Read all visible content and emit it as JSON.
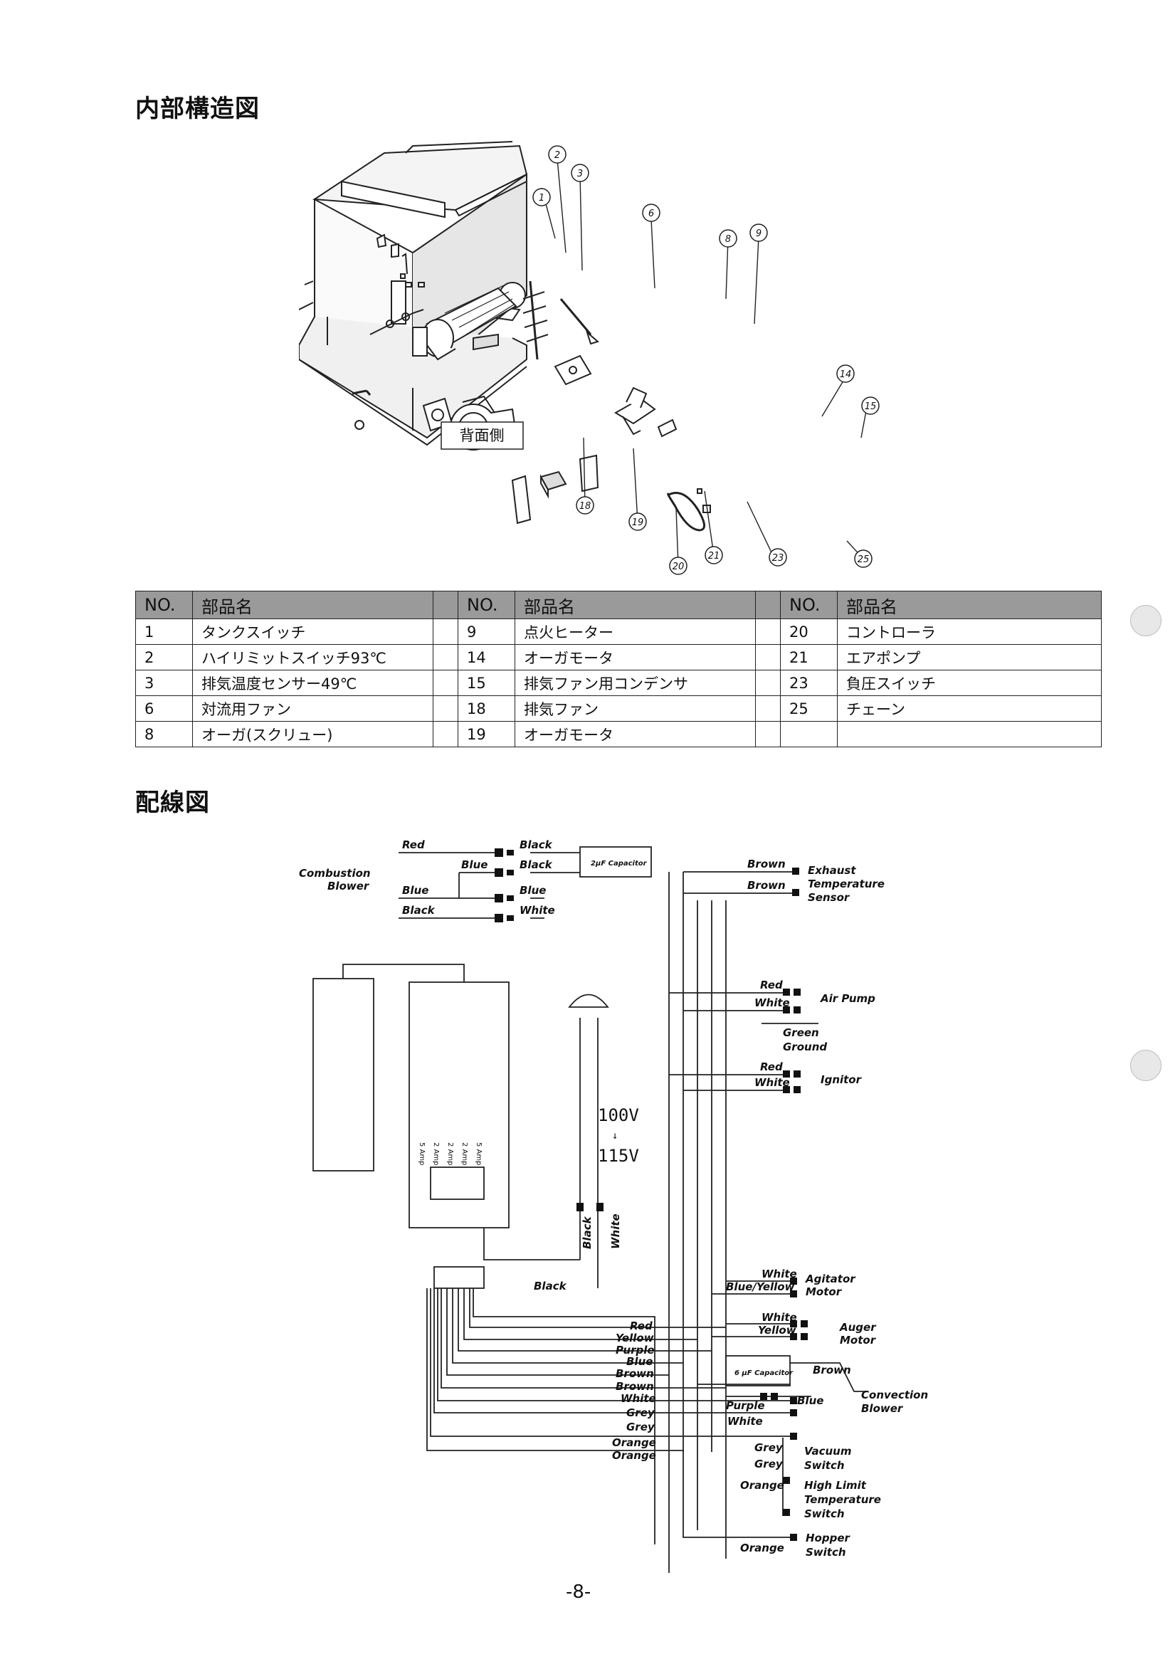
{
  "headings": {
    "internal_structure": "内部構造図",
    "wiring": "配線図"
  },
  "diagram": {
    "rear_label": "背面側",
    "callouts": [
      "1",
      "2",
      "3",
      "6",
      "8",
      "9",
      "14",
      "15",
      "18",
      "19",
      "20",
      "21",
      "23",
      "25"
    ]
  },
  "parts_table": {
    "header": {
      "no": "NO.",
      "name": "部品名"
    },
    "columns": [
      [
        {
          "no": "1",
          "name": "タンクスイッチ"
        },
        {
          "no": "2",
          "name": "ハイリミットスイッチ93℃"
        },
        {
          "no": "3",
          "name": "排気温度センサー49℃"
        },
        {
          "no": "6",
          "name": "対流用ファン"
        },
        {
          "no": "8",
          "name": "オーガ(スクリュー)"
        }
      ],
      [
        {
          "no": "9",
          "name": "点火ヒーター"
        },
        {
          "no": "14",
          "name": "オーガモータ"
        },
        {
          "no": "15",
          "name": "排気ファン用コンデンサ"
        },
        {
          "no": "18",
          "name": "排気ファン"
        },
        {
          "no": "19",
          "name": "オーガモータ"
        }
      ],
      [
        {
          "no": "20",
          "name": "コントローラ"
        },
        {
          "no": "21",
          "name": "エアポンプ"
        },
        {
          "no": "23",
          "name": "負圧スイッチ"
        },
        {
          "no": "25",
          "name": "チェーン"
        },
        {
          "no": "",
          "name": ""
        }
      ]
    ]
  },
  "wiring": {
    "combustion_blower": [
      "Combustion",
      "Blower"
    ],
    "blower_wires_left": [
      "Red",
      "Blue",
      "Blue",
      "Black"
    ],
    "blower_wires_right": [
      "Black",
      "Black",
      "Blue",
      "White"
    ],
    "cap2": "2μF Capacitor",
    "exhaust_sensor": {
      "wires": [
        "Brown",
        "Brown"
      ],
      "label": [
        "Exhaust",
        "Temperature",
        "Sensor"
      ]
    },
    "air_pump": {
      "wires": [
        "Red",
        "White"
      ],
      "label": "Air Pump"
    },
    "ground": [
      "Green",
      "Ground"
    ],
    "ignitor": {
      "wires": [
        "Red",
        "White"
      ],
      "label": "Ignitor"
    },
    "voltage": [
      "100V",
      "↓",
      "115V"
    ],
    "plug_wires": [
      "Black",
      "White"
    ],
    "black_label": "Black",
    "agitator": {
      "wires": [
        "White",
        "Blue/Yellow"
      ],
      "label": [
        "Agitator",
        "Motor"
      ]
    },
    "auger": {
      "wires": [
        "White",
        "Yellow"
      ],
      "label": [
        "Auger",
        "Motor"
      ]
    },
    "cap6": "6 μF Capacitor",
    "convection": {
      "wires": [
        "Brown",
        "Purple",
        "Blue",
        "White"
      ],
      "label": [
        "Convection",
        "Blower"
      ]
    },
    "vacuum": {
      "wires": [
        "Grey",
        "Grey"
      ],
      "label": [
        "Vacuum",
        "Switch"
      ]
    },
    "high_limit": {
      "wires": [
        "Orange"
      ],
      "label": [
        "High Limit",
        "Temperature",
        "Switch"
      ]
    },
    "hopper": {
      "wires": [
        "Orange"
      ],
      "label": [
        "Hopper",
        "Switch"
      ]
    },
    "harness": [
      "Red",
      "Yellow",
      "Purple",
      "Blue",
      "Brown",
      "Brown",
      "White",
      "Grey",
      "Grey",
      "Orange",
      "Orange"
    ],
    "fuses": [
      "5 Amp",
      "2 Amp",
      "2 Amp",
      "2 Amp",
      "5 Amp"
    ]
  },
  "page_number": "-8-"
}
